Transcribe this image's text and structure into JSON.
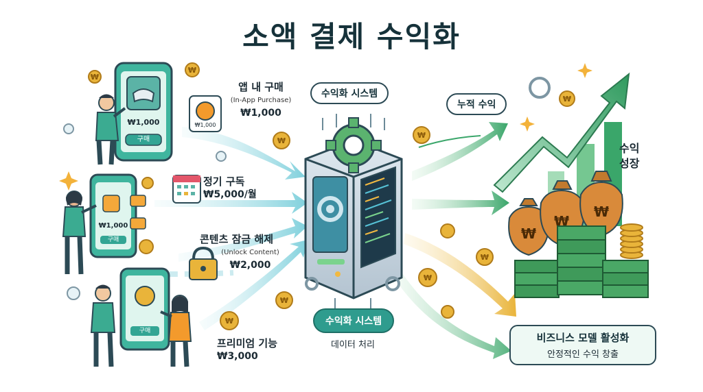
{
  "title": "소액 결제 수익화",
  "sources": {
    "in_app": {
      "label": "앱 내 구매",
      "sub": "(In-App Purchase)",
      "price": "₩1,000"
    },
    "subscription": {
      "label": "정기 구독",
      "price": "₩5,000/월"
    },
    "unlock": {
      "label": "콘텐츠 잠금 해제",
      "sub": "(Unlock Content)",
      "price": "₩2,000"
    },
    "premium": {
      "label": "프리미엄 기능",
      "price": "₩3,000"
    }
  },
  "phones": {
    "p1": {
      "price": "₩1,000",
      "button": "구매"
    },
    "p1_badge": "₩1,000",
    "p2": {
      "price": "₩1,000",
      "button": "구매"
    },
    "p3": {
      "button": "구매"
    }
  },
  "system": {
    "top_label": "수익화 시스템",
    "bottom_label": "수익화 시스템",
    "bottom_sub": "데이터 처리"
  },
  "outputs": {
    "cumulative": "누적 수익",
    "growth": "수익\n성장"
  },
  "business": {
    "title": "비즈니스 모델 활성화",
    "sub": "안정적인 수익 창출"
  },
  "coin_symbol": "₩",
  "colors": {
    "teal": "#2f9c8e",
    "green": "#3aa66a",
    "gold": "#e9b43a",
    "navy": "#16323a",
    "bag": "#d98a3a",
    "cash": "#3f9a5a"
  }
}
